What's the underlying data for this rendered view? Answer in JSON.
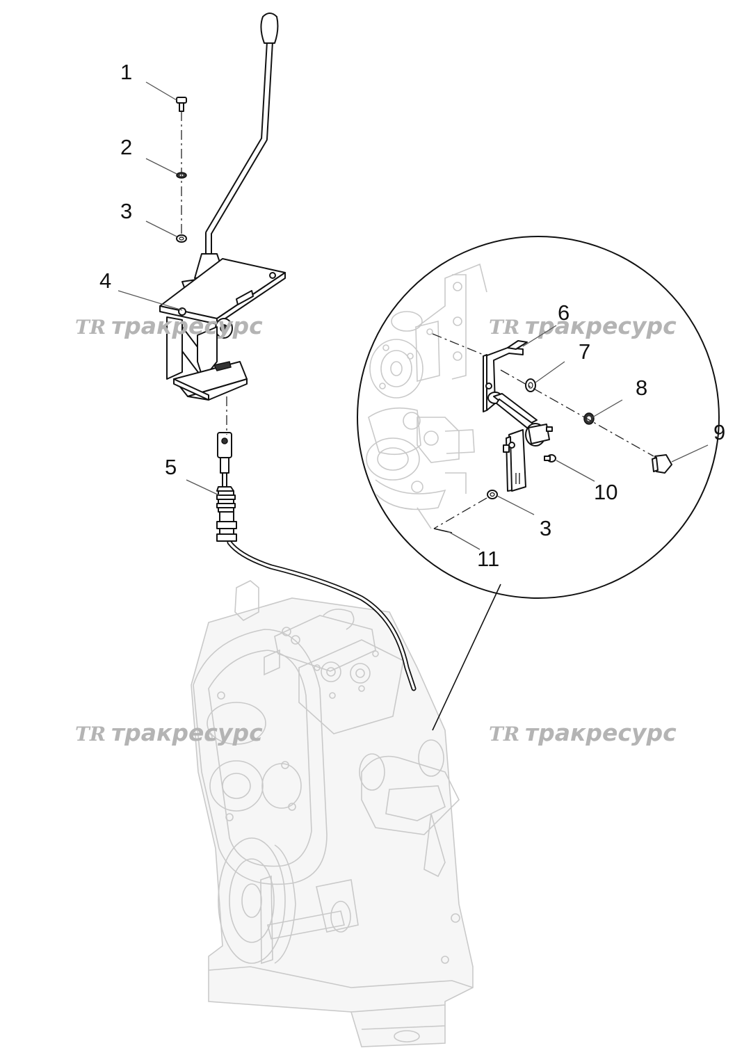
{
  "callouts": {
    "c1": "1",
    "c2": "2",
    "c3": "3",
    "c4": "4",
    "c5": "5",
    "c6": "6",
    "c7": "7",
    "c8": "8",
    "c9": "9",
    "c10": "10",
    "c3b": "3",
    "c11": "11"
  },
  "watermark": {
    "logo": "TR",
    "text": "тракресурс"
  },
  "colors": {
    "ink": "#111111",
    "ghost": "#c9c9c9",
    "watermark": "#b4b4b4"
  }
}
